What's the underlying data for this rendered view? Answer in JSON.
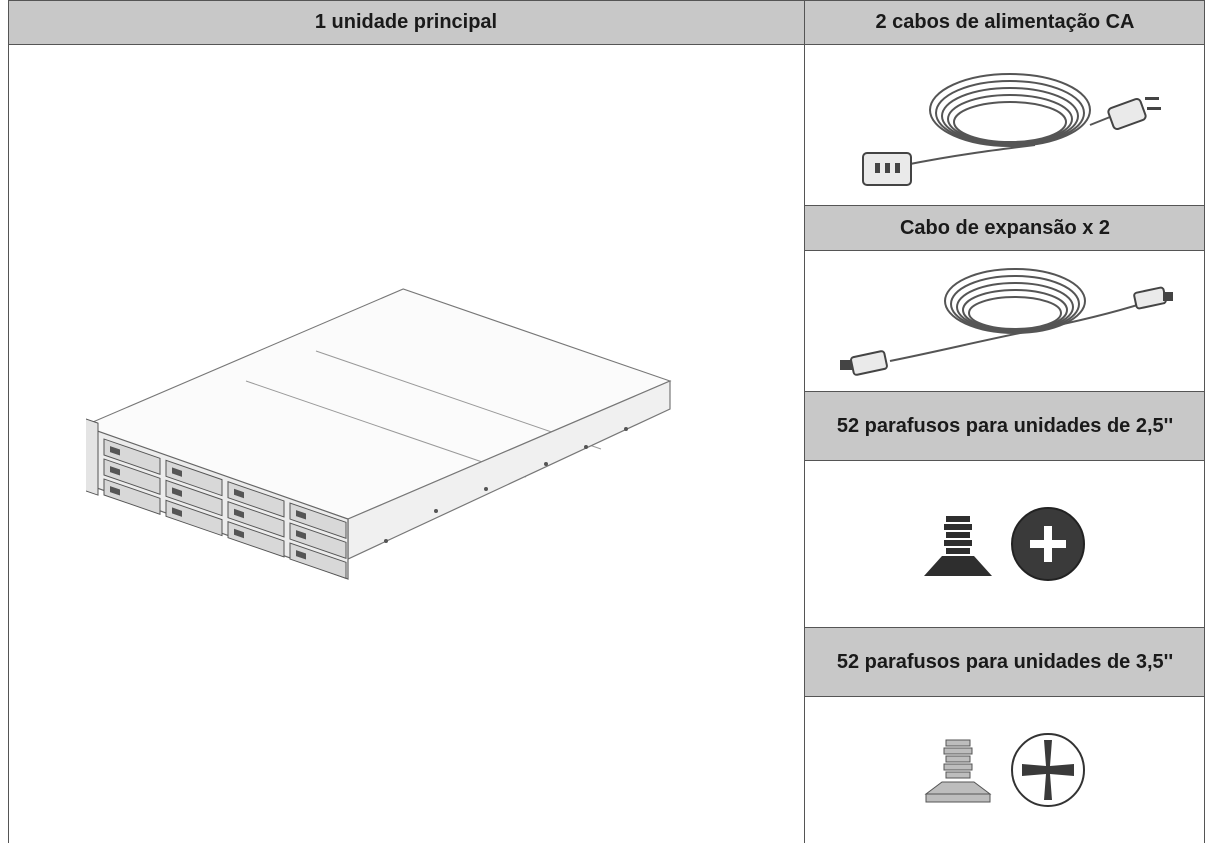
{
  "main_unit": {
    "label": "1 unidade principal"
  },
  "accessories": [
    {
      "label": "2 cabos de alimentação CA",
      "icon": "power-cable-icon"
    },
    {
      "label": "Cabo de expansão x 2",
      "icon": "expansion-cable-icon"
    },
    {
      "label": "52 parafusos para unidades de 2,5''",
      "icon": "screw-2-5-icon"
    },
    {
      "label": "52 parafusos para unidades de 3,5''",
      "icon": "screw-3-5-icon"
    }
  ],
  "colors": {
    "header_bg": "#c8c8c8",
    "border": "#555555",
    "dark_screw": "#3a3a3a"
  }
}
